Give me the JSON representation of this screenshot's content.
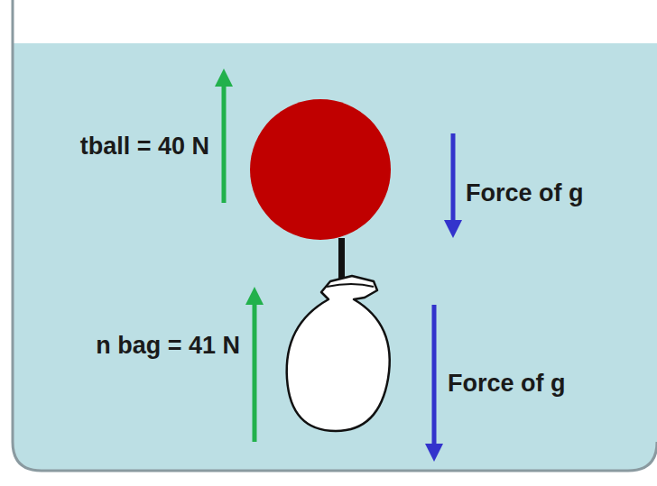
{
  "diagram": {
    "labels": [
      "tball = 40 N",
      "Force of g",
      "n bag = 41 N",
      "Force of g"
    ]
  }
}
